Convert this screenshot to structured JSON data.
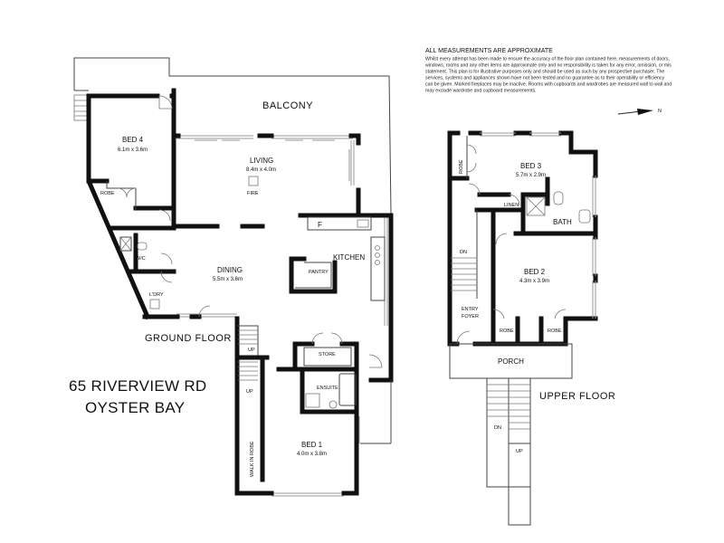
{
  "disclaimer": {
    "title": "ALL MEASUREMENTS ARE APPROXIMATE",
    "lines": [
      "Whilst every attempt has been made to ensure the accuracy of the floor plan contained here, measurements of doors,",
      "windows, rooms and any other items are approximate only and no responsibility is taken for any error, omission, or mis",
      "statement. This plan is for illustrative purposes only and should be used as such by any prospective purchaser. The",
      "services, systems and appliances shown have not been tested and no guarantee as to their operability or efficiency",
      "can be given. Marked fireplaces may be inactive. Rooms with cupboards and wardrobes are measured wall to wall and",
      "may exclude wardrobe and cupboard measurements."
    ]
  },
  "compass": {
    "label": "N"
  },
  "address": {
    "line1": "65 RIVERVIEW RD",
    "line2": "OYSTER BAY"
  },
  "ground_floor": {
    "title": "GROUND  FLOOR",
    "balcony": "BALCONY",
    "bed4": {
      "name": "BED 4",
      "size": "6.1m x 3.6m"
    },
    "living": {
      "name": "LIVING",
      "size": "8.4m x 4.0m"
    },
    "fire": "FIRE",
    "robe": "ROBE",
    "fridge": "F",
    "kitchen": "KITCHEN",
    "pantry": "PANTRY",
    "wc": "W/C",
    "dining": {
      "name": "DINING",
      "size": "5.5m x 3.6m"
    },
    "laundry": "L'DRY",
    "up1": "UP",
    "up2": "UP",
    "store": "STORE",
    "ensuite": "ENSUITE",
    "walk_in_robe": "WALK IN ROBE",
    "bed1": {
      "name": "BED 1",
      "size": "4.0m x 3.8m"
    }
  },
  "upper_floor": {
    "title": "UPPER FLOOR",
    "robe_top": "ROBE",
    "bed3": {
      "name": "BED 3",
      "size": "5.7m x 2.9m"
    },
    "linen": "LINEN",
    "bath": "BATH",
    "dn": "DN",
    "bed2": {
      "name": "BED 2",
      "size": "4.3m x 3.9m"
    },
    "entry": "ENTRY",
    "foyer": "FOYER",
    "robe_left": "ROBE",
    "robe_right": "ROBE",
    "porch": "PORCH",
    "stair_dn": "DN",
    "stair_up": "UP"
  }
}
